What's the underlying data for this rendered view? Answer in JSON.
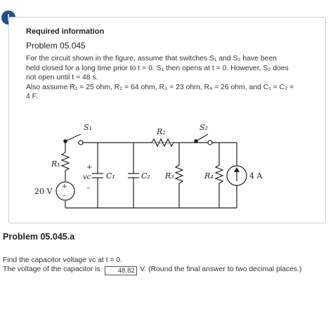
{
  "badge": "!",
  "info": {
    "heading": "Required information",
    "problem_title": "Problem 05.045",
    "line1": "For the circuit shown in the figure, assume that switches S₁ and S₂ have been",
    "line2": "held closed for a long time prior to t = 0. S₁ then opens at t = 0. However, S₂ does",
    "line3": "not open until t = 48 s.",
    "line4": "Also assume R₁ = 25 ohm, R₂ = 64 ohm, R₃ = 23 ohm, R₄ = 26 ohm, and C₁ = C₂ =",
    "line5": "4 F."
  },
  "circuit": {
    "s1": "S₁",
    "s2": "S₂",
    "r1": "R₁",
    "r2": "R₂",
    "r3": "R₃",
    "r4": "R₄",
    "c1": "C₁",
    "c2": "C₂",
    "vc": "vᴄ",
    "plus": "+",
    "minus": "–",
    "vsource": "20 V",
    "isource": "4 A"
  },
  "part": {
    "title": "Problem 05.045.a",
    "question": "Find the capacitor voltage vc at t = 0.",
    "answer_prefix": "The voltage of the capacitor is",
    "answer_value": "48.82",
    "answer_suffix": "V. (Round the final answer to two decimal places.)"
  }
}
